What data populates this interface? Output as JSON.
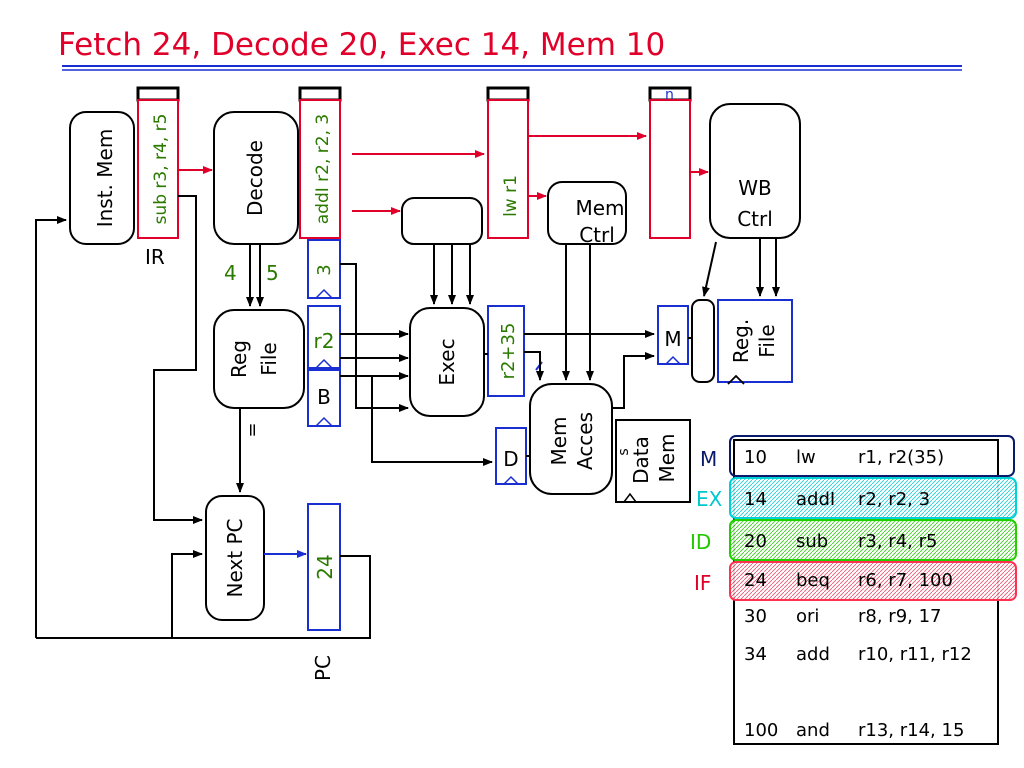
{
  "title": "Fetch 24, Decode 20, Exec 14, Mem 10",
  "colors": {
    "red": "#e0002a",
    "blue": "#1a2fd1",
    "green": "#2a7a00",
    "black": "#000000"
  },
  "blocks": {
    "inst_mem": "Inst. Mem",
    "decode": "Decode",
    "reg_file": [
      "Reg",
      "File"
    ],
    "next_pc": "Next PC",
    "exec": "Exec",
    "mem_ctrl": [
      "Mem",
      "Ctrl"
    ],
    "mem_access": [
      "Mem",
      "Acces"
    ],
    "data_mem": [
      "Data",
      "Mem"
    ],
    "data_mem_s": "s",
    "wb_ctrl": [
      "WB",
      "Ctrl"
    ],
    "reg_file_right": [
      "Reg.",
      "File"
    ]
  },
  "labels": {
    "ir": "IR",
    "pc": "PC",
    "four": "4",
    "five": "5",
    "equals": "=",
    "n": "n"
  },
  "pipeline_regs": {
    "ifid": "sub r3, r4, r5",
    "idex": "addI r2, r2, 3",
    "exmem": "lw r1",
    "dest": "3",
    "a": "r2",
    "b": "B",
    "alu_out": "r2+35",
    "m": "M",
    "d": "D",
    "pc_value": "24"
  },
  "stage_labels": [
    "M",
    "EX",
    "ID",
    "IF"
  ],
  "program": [
    {
      "addr": "10",
      "op": "lw",
      "args": "r1, r2(35)"
    },
    {
      "addr": "14",
      "op": "addI",
      "args": "r2, r2, 3"
    },
    {
      "addr": "20",
      "op": "sub",
      "args": "r3, r4, r5"
    },
    {
      "addr": "24",
      "op": "beq",
      "args": "r6, r7, 100"
    },
    {
      "addr": "30",
      "op": "ori",
      "args": "r8, r9, 17"
    },
    {
      "addr": "34",
      "op": "add",
      "args": "r10, r11, r12"
    },
    {
      "addr": "100",
      "op": "and",
      "args": "r13, r14, 15"
    }
  ]
}
